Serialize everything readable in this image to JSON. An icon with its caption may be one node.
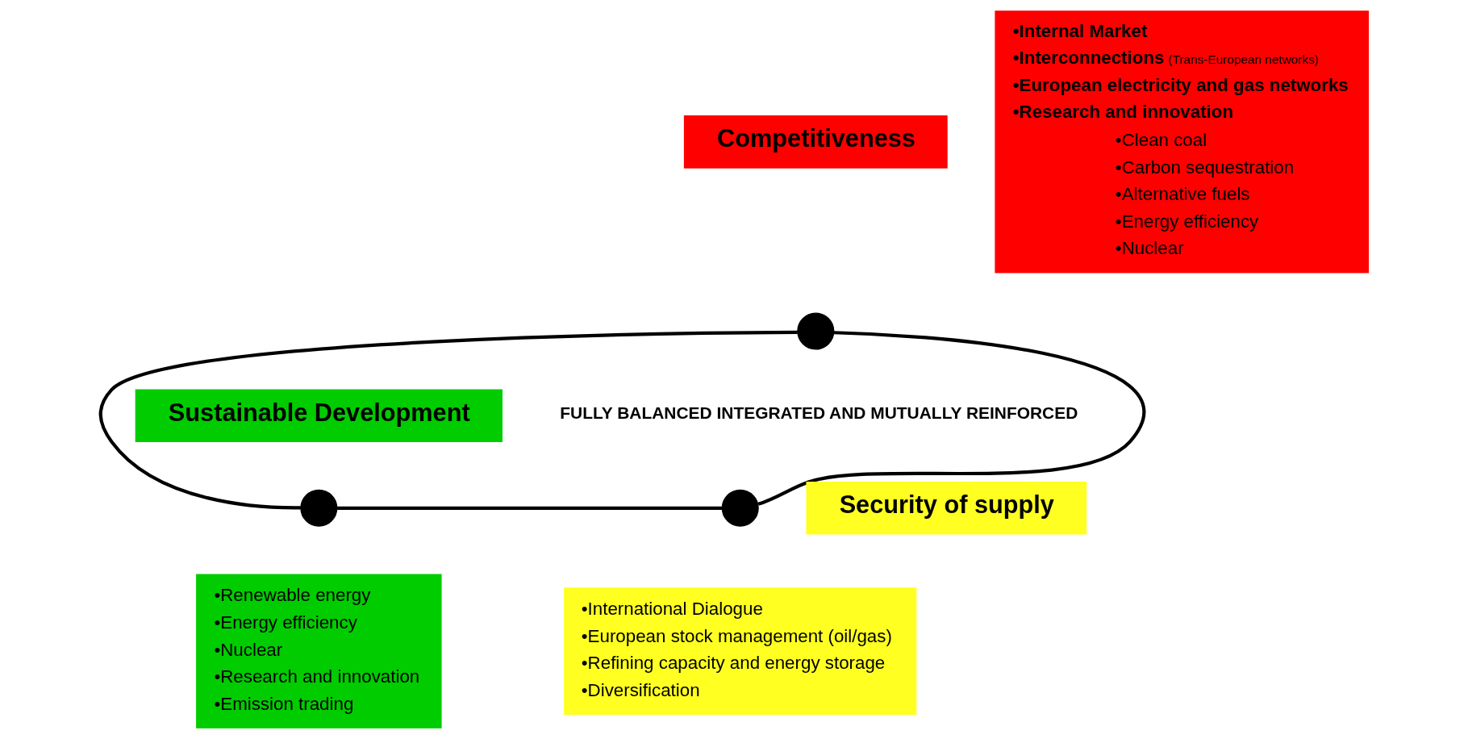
{
  "diagram": {
    "nodes": [
      {
        "text": [
          "Competitiveness"
        ]
      },
      {
        "text": [
          "**•Internal Market**",
          "**•Interconnections** (Trans-European networks)",
          "**•European electricity and gas networks**",
          "**•Research and innovation**",
          "•Clean coal",
          "•Carbon sequestration",
          "•Alternative fuels",
          "•Energy efficiency",
          "•Nuclear"
        ]
      },
      {
        "text": [],
        "shape": "circle"
      },
      {
        "text": [
          "Sustainable Development"
        ]
      },
      {
        "text": [],
        "shape": "circle"
      },
      {
        "text": [],
        "shape": "circle"
      },
      {
        "text": [
          "Security of supply"
        ]
      },
      {
        "text": [
          "•Renewable energy",
          "•Energy efficiency",
          "•Nuclear",
          "•Research and innovation",
          "•Emission trading"
        ]
      },
      {
        "text": [
          "•International Dialogue",
          "•European stock management (oil/gas)",
          "•Refining capacity and energy storage",
          "•Diversification"
        ]
      }
    ],
    "edges": [
      {
        "from": 2,
        "to": 4,
        "arrow": "none"
      },
      {
        "from": 4,
        "to": 5,
        "arrow": "none"
      },
      {
        "from": 5,
        "to": 2,
        "arrow": "none"
      }
    ],
    "labels": [
      "FULLY BALANCED INTEGRATED AND MUTUALLY REINFORCED"
    ]
  }
}
